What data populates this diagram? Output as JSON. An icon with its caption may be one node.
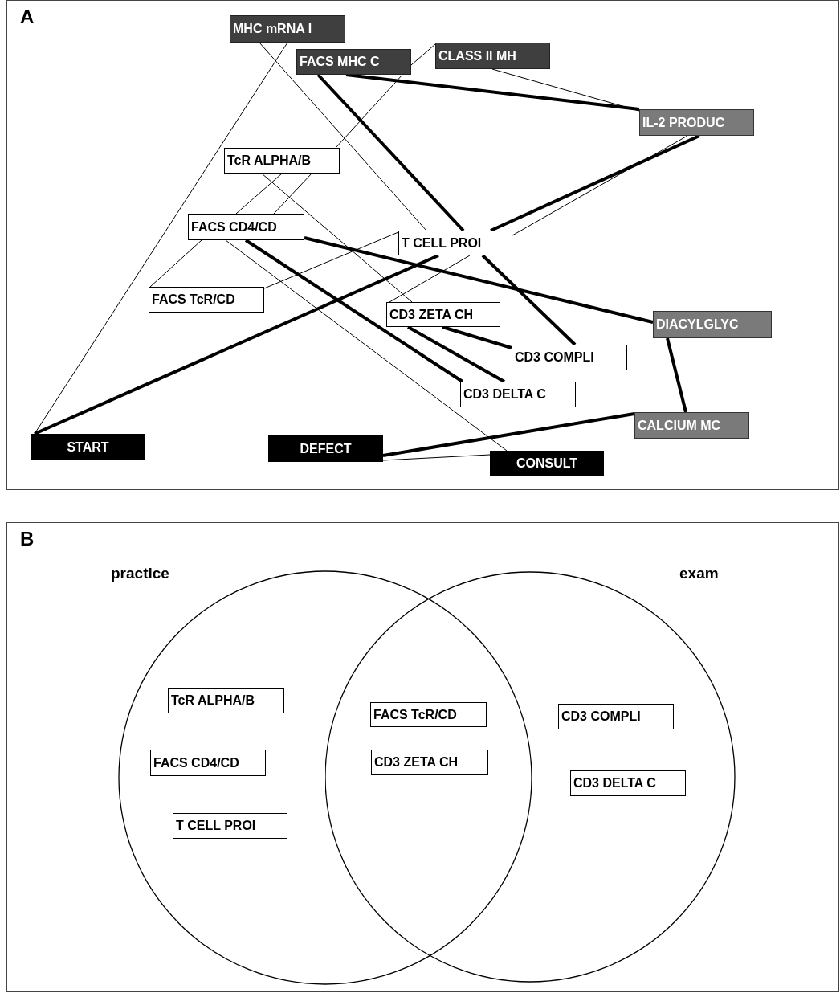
{
  "diagram": {
    "nodes": [
      {
        "text": [
          "A"
        ]
      },
      {
        "text": [
          "MHC mRNA I"
        ],
        "in": 0
      },
      {
        "text": [
          "FACS MHC C"
        ],
        "in": 0
      },
      {
        "text": [
          "CLASS II MH"
        ],
        "in": 0
      },
      {
        "text": [
          "IL-2 PRODUC"
        ],
        "in": 0
      },
      {
        "text": [
          "TcR ALPHA/B"
        ],
        "in": 0
      },
      {
        "text": [
          "FACS CD4/CD"
        ],
        "in": 0
      },
      {
        "text": [
          "T CELL PROI"
        ],
        "in": 0
      },
      {
        "text": [
          "FACS TcR/CD"
        ],
        "in": 0
      },
      {
        "text": [
          "CD3 ZETA CH"
        ],
        "in": 0
      },
      {
        "text": [
          "DIACYLGLYC"
        ],
        "in": 0
      },
      {
        "text": [
          "CD3 COMPLI"
        ],
        "in": 0
      },
      {
        "text": [
          "CD3 DELTA C"
        ],
        "in": 0
      },
      {
        "text": [
          "CALCIUM MC"
        ],
        "in": 0
      },
      {
        "text": [
          "START"
        ],
        "in": 0
      },
      {
        "text": [
          "DEFECT"
        ],
        "in": 0
      },
      {
        "text": [
          "CONSULT"
        ],
        "in": 0
      },
      {
        "text": [
          "B"
        ]
      },
      {
        "text": [
          "practice"
        ],
        "in": 17
      },
      {
        "text": [
          "exam"
        ],
        "in": 17
      },
      {
        "text": [
          "TcR ALPHA/B"
        ],
        "in": 18
      },
      {
        "text": [
          "FACS CD4/CD"
        ],
        "in": 18
      },
      {
        "text": [
          "T CELL PROI"
        ],
        "in": 18
      },
      {
        "text": [
          "FACS TcR/CD"
        ]
      },
      {
        "text": [
          "CD3 ZETA CH"
        ]
      },
      {
        "text": [
          "CD3 COMPLI"
        ],
        "in": 19
      },
      {
        "text": [
          "CD3 DELTA C"
        ],
        "in": 19
      }
    ],
    "edges": [
      {
        "from": 1,
        "to": 14,
        "arrow": "none"
      },
      {
        "from": 1,
        "to": 7,
        "arrow": "none"
      },
      {
        "from": 2,
        "to": 7,
        "arrow": "none",
        "style": "thick"
      },
      {
        "from": 7,
        "to": 11,
        "arrow": "none",
        "style": "thick"
      },
      {
        "from": 2,
        "to": 4,
        "arrow": "none",
        "style": "thick"
      },
      {
        "from": 2,
        "to": 3,
        "arrow": "none"
      },
      {
        "from": 2,
        "to": 5,
        "arrow": "none"
      },
      {
        "from": 3,
        "to": 4,
        "arrow": "none"
      },
      {
        "from": 14,
        "to": 7,
        "arrow": "none",
        "style": "thick"
      },
      {
        "from": 7,
        "to": 4,
        "arrow": "none",
        "style": "thick"
      },
      {
        "from": 4,
        "to": 7,
        "arrow": "none"
      },
      {
        "from": 7,
        "to": 9,
        "arrow": "none"
      },
      {
        "from": 8,
        "to": 7,
        "arrow": "none"
      },
      {
        "from": 5,
        "to": 6,
        "arrow": "none"
      },
      {
        "from": 5,
        "to": 6,
        "arrow": "none"
      },
      {
        "from": 5,
        "to": 9,
        "arrow": "none"
      },
      {
        "from": 6,
        "to": 8,
        "arrow": "none"
      },
      {
        "from": 6,
        "to": 16,
        "arrow": "none"
      },
      {
        "from": 6,
        "to": 12,
        "arrow": "none",
        "style": "thick"
      },
      {
        "from": 6,
        "to": 10,
        "arrow": "none",
        "style": "thick"
      },
      {
        "from": 9,
        "to": 12,
        "arrow": "none",
        "style": "thick"
      },
      {
        "from": 9,
        "to": 11,
        "arrow": "none",
        "style": "thick"
      },
      {
        "from": 10,
        "to": 13,
        "arrow": "none",
        "style": "thick"
      },
      {
        "from": 15,
        "to": 13,
        "arrow": "none",
        "style": "thick"
      },
      {
        "from": 15,
        "to": 16,
        "arrow": "none"
      }
    ]
  }
}
